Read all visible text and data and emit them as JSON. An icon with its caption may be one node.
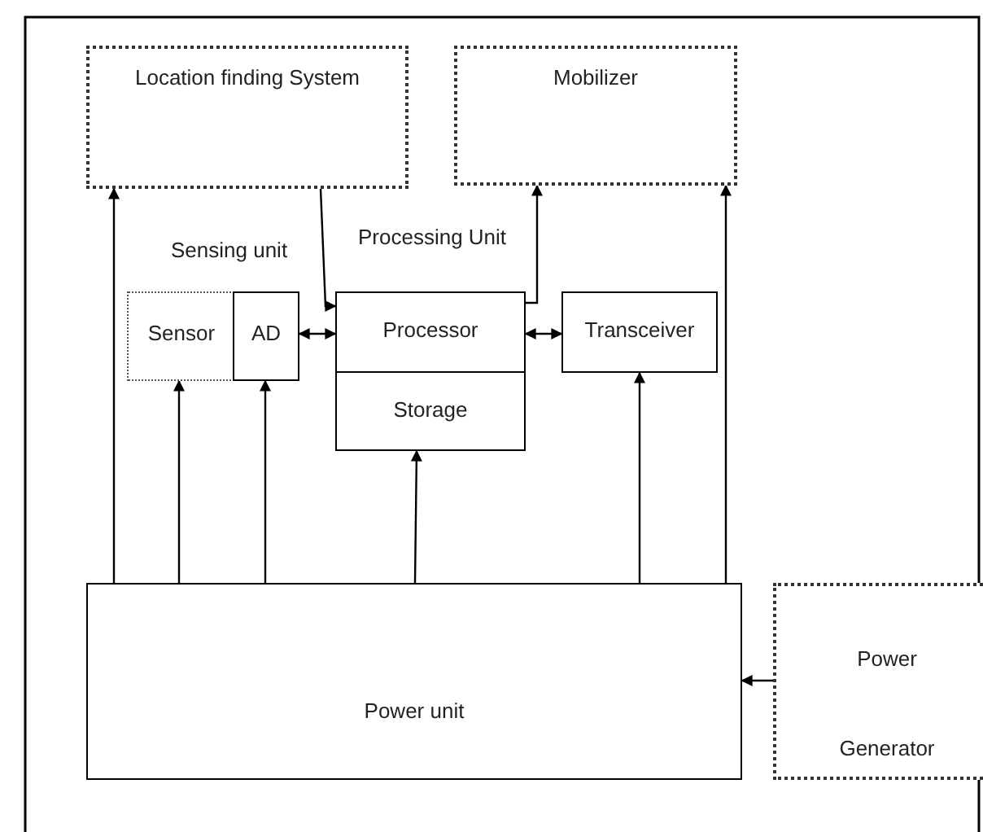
{
  "diagram": {
    "nodes": [
      {
        "text": [
          "Location finding System"
        ]
      },
      {
        "text": [
          "Mobilizer"
        ]
      },
      {
        "text": [
          "Sensor"
        ]
      },
      {
        "text": [
          "AD"
        ]
      },
      {
        "text": [
          "Processor"
        ]
      },
      {
        "text": [
          "Storage"
        ]
      },
      {
        "text": [
          "Transceiver"
        ]
      },
      {
        "text": [
          "Power unit"
        ]
      },
      {
        "text": [
          "Power Generator"
        ]
      }
    ],
    "edges": [
      {
        "from": 7,
        "to": 0,
        "arrow": "to"
      },
      {
        "from": 7,
        "to": 2,
        "arrow": "to"
      },
      {
        "from": 7,
        "to": 3,
        "arrow": "to"
      },
      {
        "from": 7,
        "to": 5,
        "arrow": "to"
      },
      {
        "from": 7,
        "to": 6,
        "arrow": "to"
      },
      {
        "from": 7,
        "to": 1,
        "arrow": "to"
      },
      {
        "from": 8,
        "to": 7,
        "arrow": "to"
      },
      {
        "from": 0,
        "to": 4,
        "arrow": "to"
      },
      {
        "from": 4,
        "to": 1,
        "arrow": "to"
      },
      {
        "from": 3,
        "to": 4,
        "arrow": "both"
      },
      {
        "from": 4,
        "to": 6,
        "arrow": "both"
      }
    ],
    "labels": [
      "Sensing unit",
      "Processing Unit"
    ]
  }
}
